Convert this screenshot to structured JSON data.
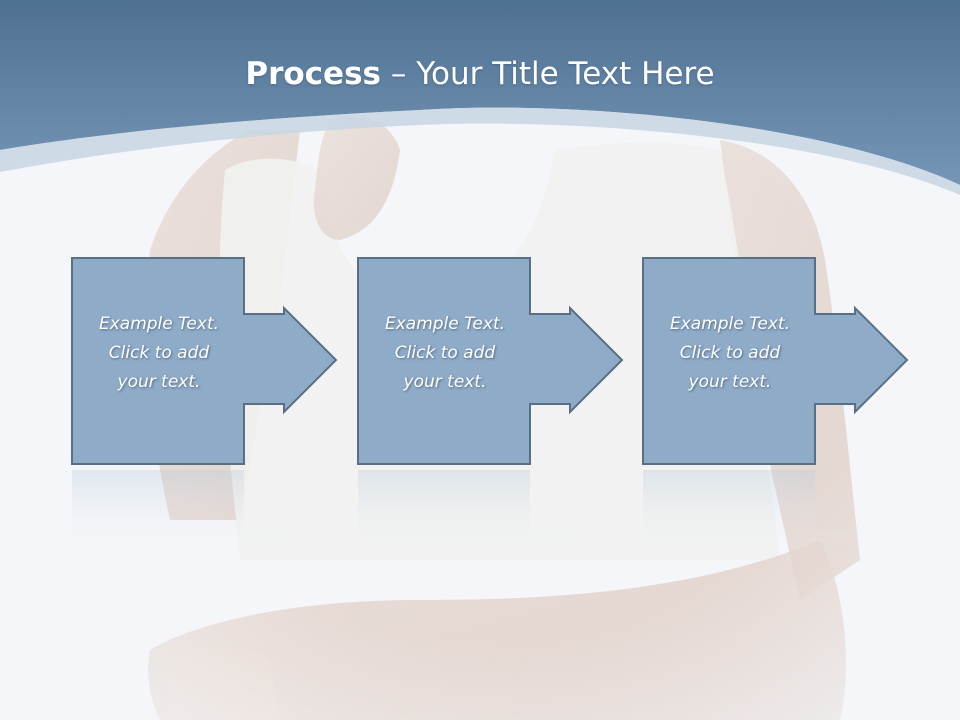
{
  "slide": {
    "title_bold": "Process",
    "title_rest": " – Your Title Text Here",
    "colors": {
      "header": "#5f87ab",
      "header_light": "#9fb9d2",
      "box_fill": "#8eabc7",
      "box_stroke": "#5a6f86",
      "text": "#ffffff"
    },
    "steps": [
      {
        "line1": "Example Text.",
        "line2": "Click  to add",
        "line3": "your text."
      },
      {
        "line1": "Example Text.",
        "line2": "Click  to add",
        "line3": "your text."
      },
      {
        "line1": "Example Text.",
        "line2": "Click  to add",
        "line3": "your text."
      }
    ]
  }
}
